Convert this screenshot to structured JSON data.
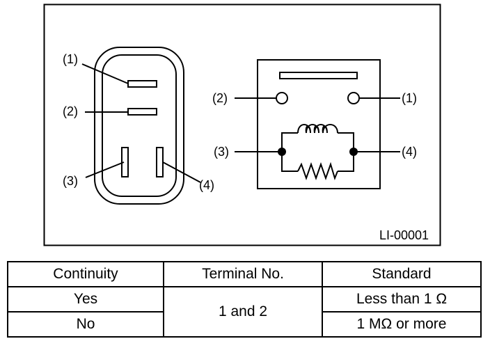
{
  "figure": {
    "connector_labels": {
      "t1": "(1)",
      "t2": "(2)",
      "t3": "(3)",
      "t4": "(4)"
    },
    "relay_labels": {
      "t1": "(1)",
      "t2": "(2)",
      "t3": "(3)",
      "t4": "(4)"
    },
    "code": "LI-00001"
  },
  "table": {
    "headers": [
      "Continuity",
      "Terminal No.",
      "Standard"
    ],
    "rows": [
      {
        "continuity": "Yes",
        "terminal": "1 and 2",
        "standard": "Less than 1 Ω"
      },
      {
        "continuity": "No",
        "standard": "1 MΩ or more"
      }
    ]
  }
}
